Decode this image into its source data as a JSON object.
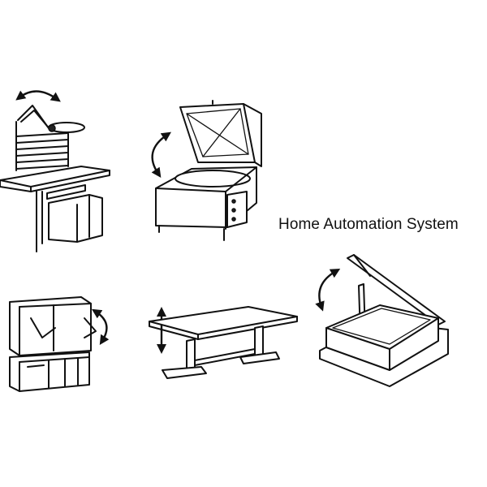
{
  "caption": "Home Automation System",
  "illustrations": [
    {
      "name": "workbench-with-tilting-shelf",
      "icon": "workbench-icon"
    },
    {
      "name": "appliance-with-lifting-lid",
      "icon": "lift-lid-appliance-icon"
    },
    {
      "name": "cabinet-with-folding-doors",
      "icon": "cabinet-icon"
    },
    {
      "name": "height-adjustable-table",
      "icon": "adjustable-table-icon"
    },
    {
      "name": "box-with-opening-lid",
      "icon": "lid-box-icon"
    }
  ],
  "colors": {
    "line": "#111111",
    "background": "#ffffff"
  }
}
